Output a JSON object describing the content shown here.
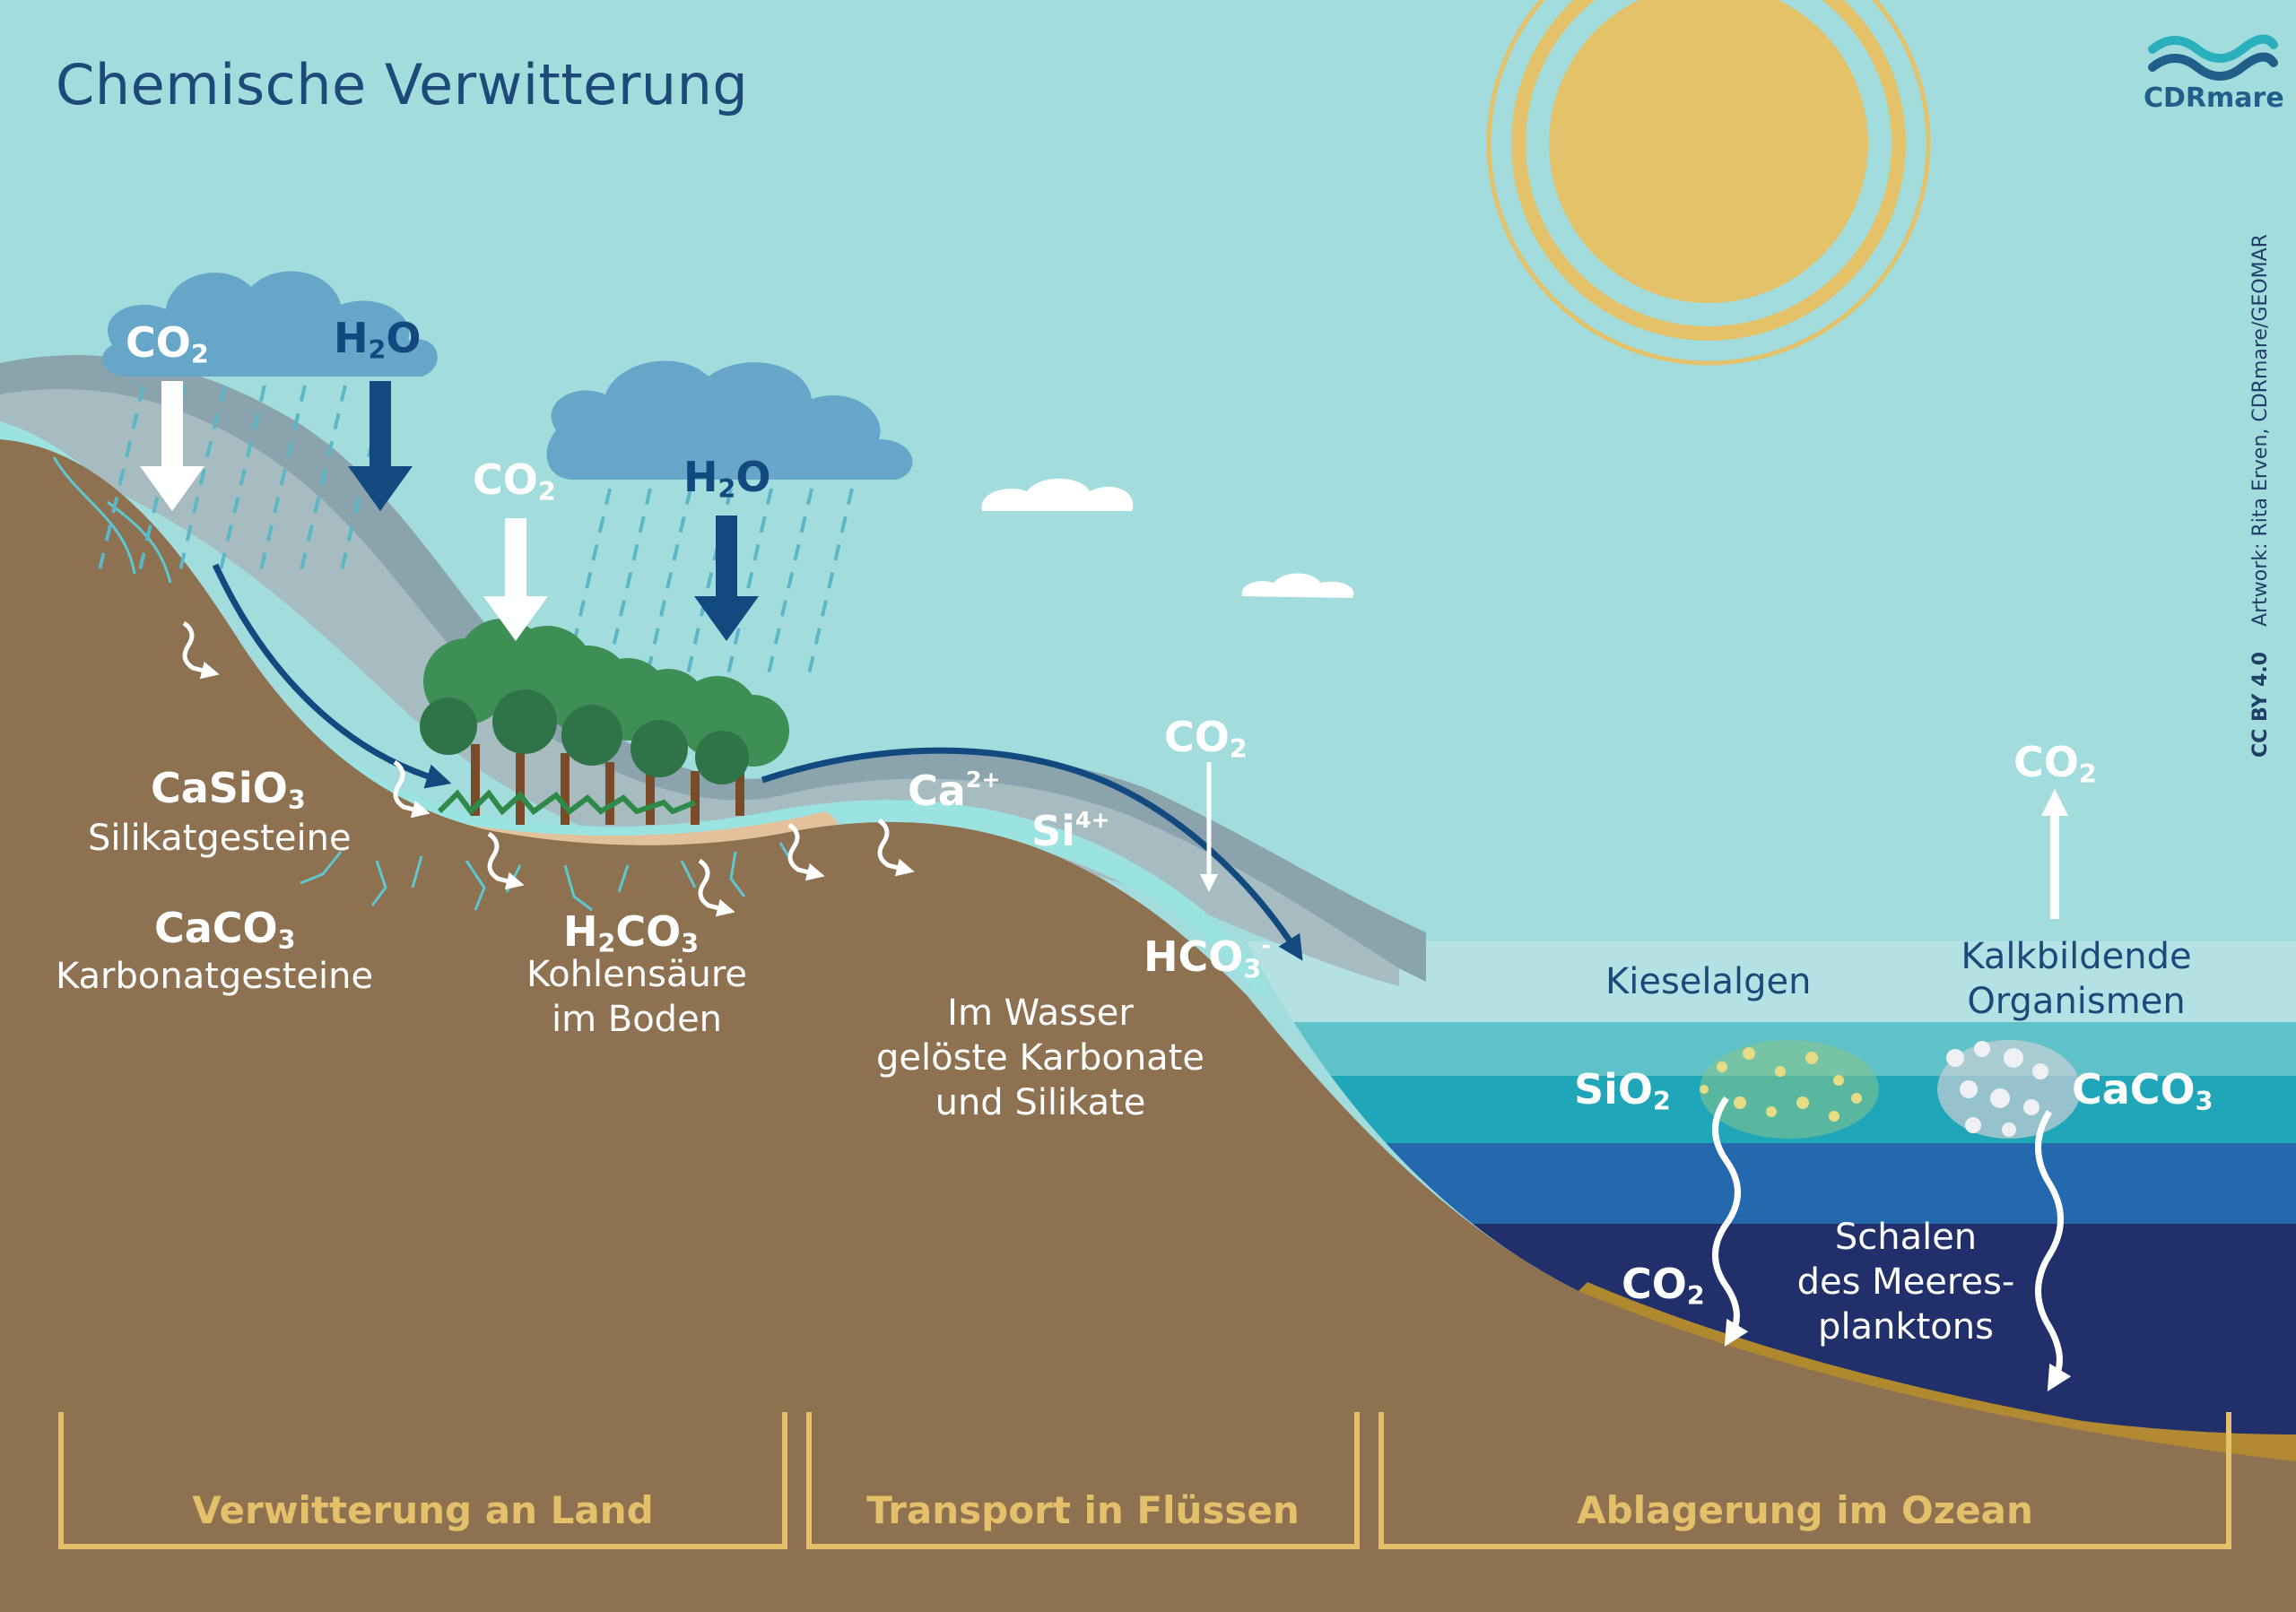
{
  "title": "Chemische Verwitterung",
  "logo": {
    "text": "CDRmare"
  },
  "credit": {
    "license": "CC BY 4.0",
    "artwork": "Artwork: Rita Erven, CDRmare/GEOMAR"
  },
  "rain_labels": {
    "co2_left": "CO",
    "h2o_left": "H",
    "co2_mid": "CO",
    "h2o_mid": "H"
  },
  "land": {
    "casio3": "CaSiO",
    "silikat": "Silikatgesteine",
    "caco3": "CaCO",
    "karbonat": "Karbonatgesteine",
    "h2co3": "H",
    "kohlensaeure_1": "Kohlensäure",
    "kohlensaeure_2": "im Boden"
  },
  "river": {
    "ca": "Ca",
    "ca_charge": "2+",
    "si": "Si",
    "si_charge": "4+",
    "co2": "CO",
    "hco3": "HCO",
    "hco3_charge": "-",
    "desc_1": "Im Wasser",
    "desc_2": "gelöste Karbonate",
    "desc_3": "und Silikate"
  },
  "ocean": {
    "co2_up": "CO",
    "kieselalgen": "Kieselalgen",
    "kalk_1": "Kalkbildende",
    "kalk_2": "Organismen",
    "sio2": "SiO",
    "caco3": "CaCO",
    "co2_down": "CO",
    "schalen_1": "Schalen",
    "schalen_2": "des Meeres-",
    "schalen_3": "planktons"
  },
  "sections": [
    "Verwitterung an Land",
    "Transport in Flüssen",
    "Ablagerung im Ozean"
  ],
  "colors": {
    "sky": "#a3dcdd",
    "earth": "#8d7150",
    "sun": "#e3c26a",
    "cloud": "#65a6c9",
    "arrow_dark": "#124a7f",
    "ocean_deep": "#21306a",
    "bracket": "#e5c06a"
  }
}
